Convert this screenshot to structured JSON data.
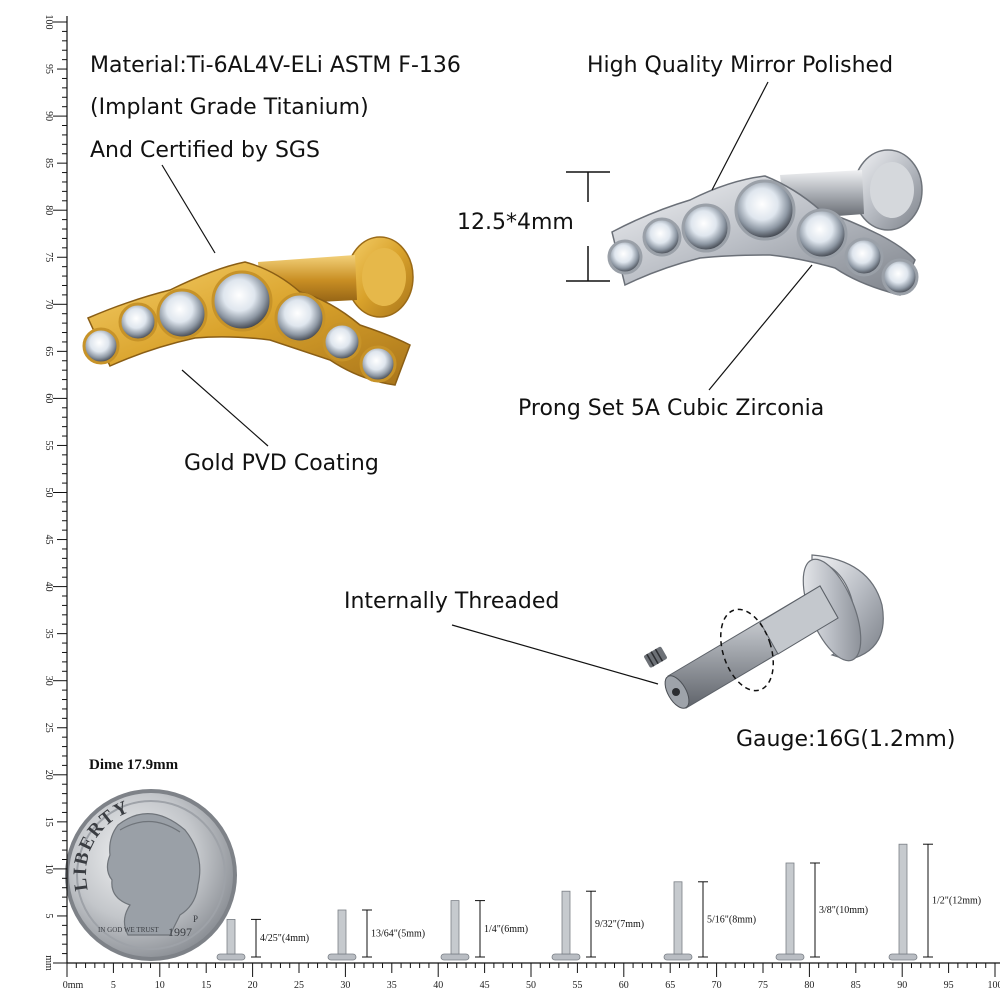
{
  "callouts": {
    "material_line1": "Material:Ti-6AL4V-ELi ASTM F-136",
    "material_line2": "(Implant Grade Titanium)",
    "material_line3": "And Certified by SGS",
    "polished": "High Quality Mirror Polished",
    "size": "12.5*4mm",
    "zirconia": "Prong Set 5A Cubic Zirconia",
    "gold": "Gold PVD Coating",
    "threaded": "Internally Threaded",
    "gauge": "Gauge:16G(1.2mm)"
  },
  "dime": {
    "label": "Dime 17.9mm",
    "inscription_top": "LIBERTY",
    "inscription_trust": "IN GOD WE TRUST",
    "year": "1997",
    "mint": "P"
  },
  "ruler": {
    "unit_label": "mm",
    "x_labels": [
      "0mm",
      "5",
      "10",
      "15",
      "20",
      "25",
      "30",
      "35",
      "40",
      "45",
      "50",
      "55",
      "60",
      "65",
      "70",
      "75",
      "80",
      "85",
      "90",
      "95",
      "100"
    ],
    "y_labels": [
      "100",
      "95",
      "90",
      "85",
      "80",
      "75",
      "70",
      "65",
      "60",
      "55",
      "50",
      "45",
      "40",
      "35",
      "30",
      "25",
      "20",
      "15",
      "10",
      "5",
      "mm"
    ]
  },
  "post_lengths": [
    {
      "label": "4/25\"(4mm)",
      "mm": 4
    },
    {
      "label": "13/64\"(5mm)",
      "mm": 5
    },
    {
      "label": "1/4\"(6mm)",
      "mm": 6
    },
    {
      "label": "9/32\"(7mm)",
      "mm": 7
    },
    {
      "label": "5/16\"(8mm)",
      "mm": 8
    },
    {
      "label": "3/8\"(10mm)",
      "mm": 10
    },
    {
      "label": "1/2\"(12mm)",
      "mm": 12
    }
  ],
  "colors": {
    "gold": "#d9a22b",
    "silver": "#c9ccd1",
    "line": "#111111"
  }
}
